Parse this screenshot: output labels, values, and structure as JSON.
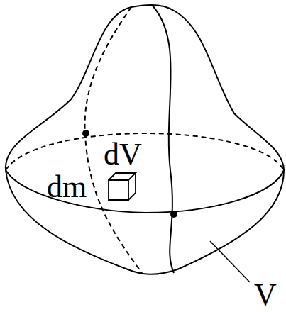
{
  "diagram": {
    "labels": [
      "dV",
      "dm",
      "V"
    ]
  }
}
